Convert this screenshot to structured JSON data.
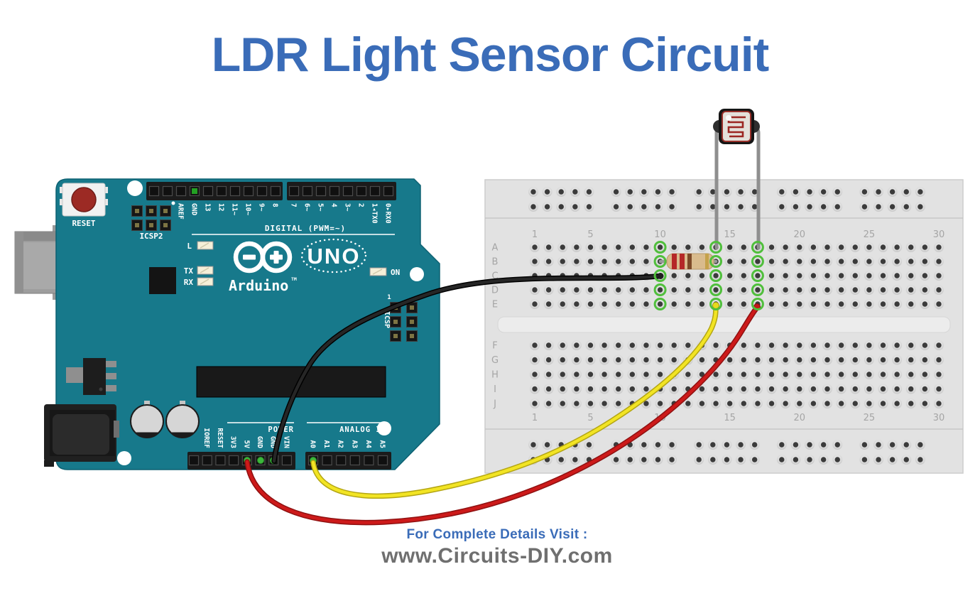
{
  "title": "LDR Light Sensor Circuit",
  "footer": {
    "line1": "For Complete Details Visit :",
    "line2": "www.Circuits-DIY.com"
  },
  "colors": {
    "title": "#3a6cb8",
    "footer_note": "#3a6cb8",
    "footer_url": "#6f6f6f",
    "board": "#17798b",
    "breadboard": "#e2e2e2",
    "highlight": "#50bf3c",
    "wire_black": "#262626",
    "wire_yellow": "#f2e424",
    "wire_red": "#cd1a1a"
  },
  "arduino": {
    "brand": "Arduino",
    "tm": "TM",
    "model": "UNO",
    "silk": {
      "reset": "RESET",
      "icsp2": "ICSP2",
      "icsp": "ICSP",
      "icsp_pin1": "1",
      "led_l": "L",
      "led_tx": "TX",
      "led_rx": "RX",
      "led_on": "ON",
      "digital": "DIGITAL (PWM=~)",
      "power": "POWER",
      "analog": "ANALOG IN"
    },
    "digital_pins_left": [
      "",
      "",
      "AREF",
      "GND",
      "13",
      "12",
      "11~",
      "10~",
      "9~",
      "8"
    ],
    "digital_pins_right": [
      "7",
      "6~",
      "5~",
      "4",
      "3~",
      "2",
      "1▲TX0",
      "0▼RX0"
    ],
    "power_pins": [
      "",
      "IOREF",
      "RESET",
      "3V3",
      "5V",
      "GND",
      "GND",
      "VIN"
    ],
    "analog_pins": [
      "A0",
      "A1",
      "A2",
      "A3",
      "A4",
      "A5"
    ]
  },
  "breadboard": {
    "column_numbers": [
      1,
      5,
      10,
      15,
      20,
      25,
      30
    ],
    "rows_top": [
      "A",
      "B",
      "C",
      "D",
      "E"
    ],
    "rows_bottom": [
      "F",
      "G",
      "H",
      "I",
      "J"
    ],
    "highlighted_columns": [
      10,
      14,
      17
    ]
  },
  "components": {
    "ldr": {
      "name": "LDR photoresistor",
      "row": "A",
      "left_leg_column": 14,
      "right_leg_column": 17
    },
    "resistor": {
      "name": "resistor",
      "row": "B",
      "from_column": 10,
      "to_column": 14,
      "band_colors": [
        "#b52828",
        "#b52828",
        "#7d4a28",
        "#c5a24b"
      ]
    },
    "wires": [
      {
        "name": "gnd-wire",
        "color": "#262626",
        "from": "Arduino GND",
        "to": "breadboard C10"
      },
      {
        "name": "signal-wire",
        "color": "#f2e424",
        "from": "Arduino A0",
        "to": "breadboard E14"
      },
      {
        "name": "power-wire",
        "color": "#cd1a1a",
        "from": "Arduino 5V",
        "to": "breadboard E17"
      }
    ]
  }
}
